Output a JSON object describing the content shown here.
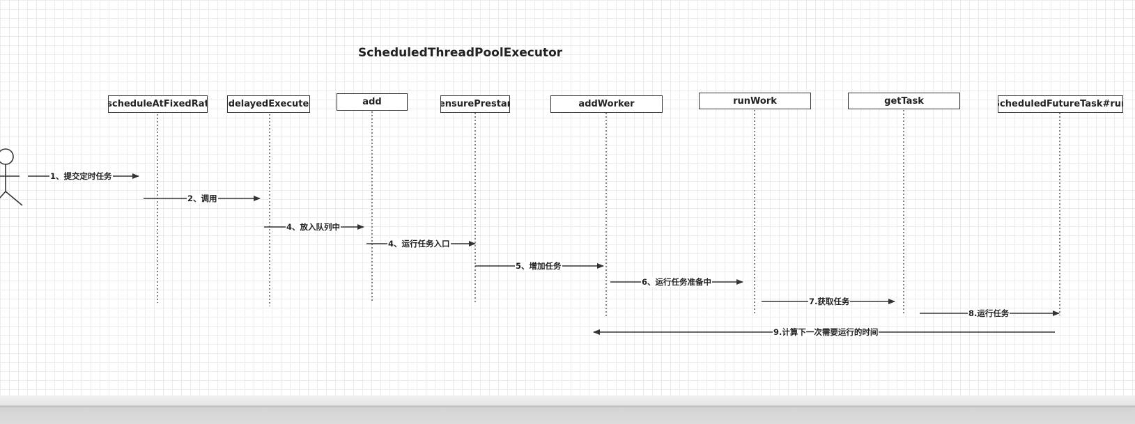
{
  "diagram": {
    "title": "ScheduledThreadPoolExecutor",
    "participants": [
      {
        "label": "scheduleAtFixedRat"
      },
      {
        "label": "delayedExecute"
      },
      {
        "label": "add"
      },
      {
        "label": "ensurePrestar"
      },
      {
        "label": "addWorker"
      },
      {
        "label": "runWork"
      },
      {
        "label": "getTask"
      },
      {
        "label": "ScheduledFutureTask#run"
      }
    ],
    "messages": [
      {
        "label": "1、提交定时任务"
      },
      {
        "label": "2、调用"
      },
      {
        "label": "4、放入队列中"
      },
      {
        "label": "4、运行任务入口"
      },
      {
        "label": "5、增加任务"
      },
      {
        "label": "6、运行任务准备中"
      },
      {
        "label": "7.获取任务"
      },
      {
        "label": "8.运行任务"
      },
      {
        "label": "9.计算下一次需要运行的时间"
      }
    ]
  },
  "colors": {
    "line": "#333333",
    "grid": "#ececec"
  }
}
